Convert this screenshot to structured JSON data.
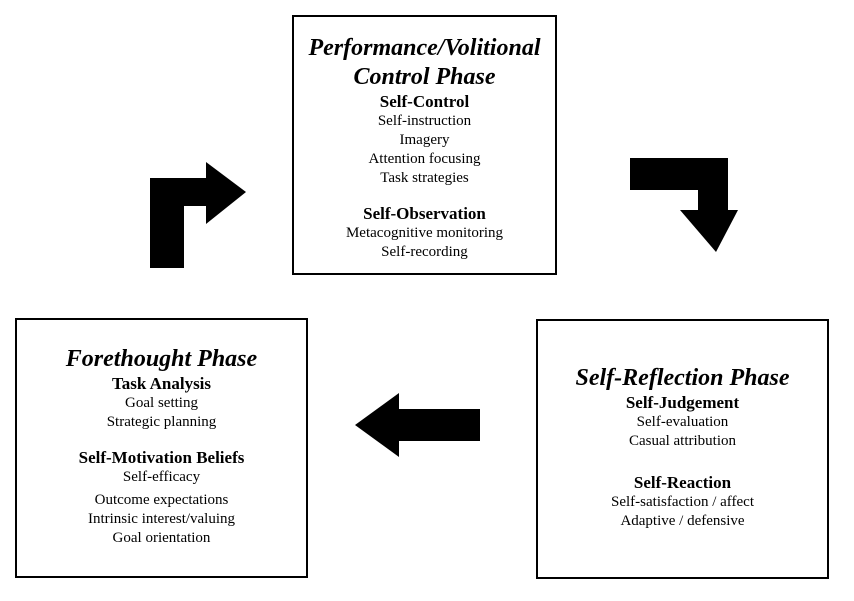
{
  "performance_phase": {
    "title_line1": "Performance/Volitional",
    "title_line2": "Control Phase",
    "self_control": {
      "heading": "Self-Control",
      "items": [
        "Self-instruction",
        "Imagery",
        "Attention focusing",
        "Task strategies"
      ]
    },
    "self_observation": {
      "heading": "Self-Observation",
      "items": [
        "Metacognitive monitoring",
        "Self-recording"
      ]
    }
  },
  "forethought_phase": {
    "title": "Forethought Phase",
    "task_analysis": {
      "heading": "Task Analysis",
      "items": [
        "Goal setting",
        "Strategic planning"
      ]
    },
    "self_motivation": {
      "heading": "Self-Motivation Beliefs",
      "items": [
        "Self-efficacy",
        "Outcome expectations",
        "Intrinsic interest/valuing",
        "Goal orientation"
      ]
    }
  },
  "reflection_phase": {
    "title": "Self-Reflection Phase",
    "self_judgement": {
      "heading": "Self-Judgement",
      "items": [
        "Self-evaluation",
        "Casual attribution"
      ]
    },
    "self_reaction": {
      "heading": "Self-Reaction",
      "items": [
        "Self-satisfaction / affect",
        "Adaptive / defensive"
      ]
    }
  },
  "arrows": {
    "forethought_to_performance": "arrow-up-right-icon",
    "performance_to_reflection": "arrow-down-right-icon",
    "reflection_to_forethought": "arrow-left-icon"
  },
  "colors": {
    "ink": "#000000",
    "background": "#ffffff"
  }
}
